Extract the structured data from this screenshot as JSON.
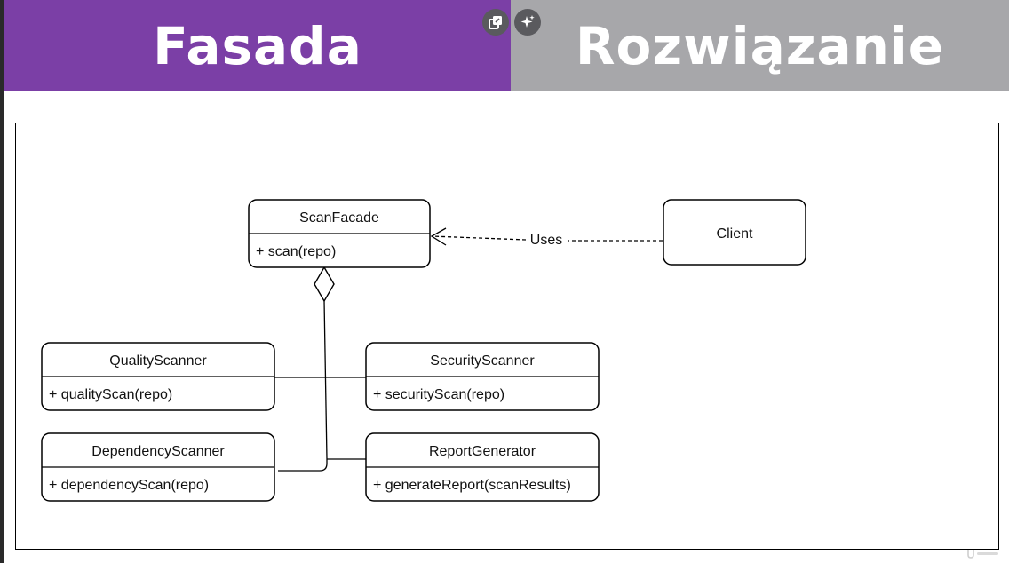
{
  "header": {
    "left_title": "Fasada",
    "right_title": "Rozwiązanie"
  },
  "colors": {
    "left_header_bg": "#7b3fa6",
    "right_header_bg": "#a7a7aa"
  },
  "diagram": {
    "classes": {
      "scan_facade": {
        "name": "ScanFacade",
        "method": "+ scan(repo)"
      },
      "client": {
        "name": "Client"
      },
      "quality_scanner": {
        "name": "QualityScanner",
        "method": "+ qualityScan(repo)"
      },
      "security_scanner": {
        "name": "SecurityScanner",
        "method": "+ securityScan(repo)"
      },
      "dependency_scanner": {
        "name": "DependencyScanner",
        "method": "+ dependencyScan(repo)"
      },
      "report_generator": {
        "name": "ReportGenerator",
        "method": "+ generateReport(scanResults)"
      }
    },
    "relations": {
      "uses_label": "Uses"
    }
  }
}
